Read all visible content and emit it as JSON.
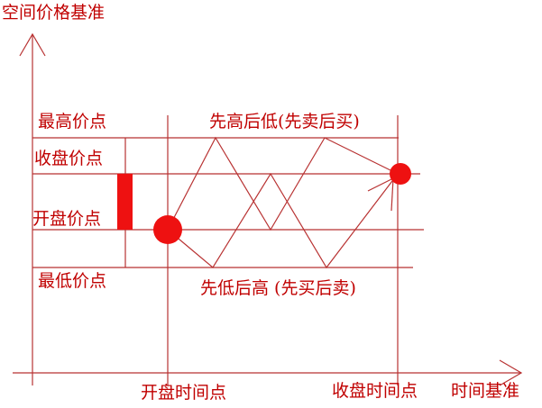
{
  "axes": {
    "y_label": "空间价格基准",
    "x_label": "时间基准"
  },
  "levels": {
    "high": "最高价点",
    "close": "收盘价点",
    "open": "开盘价点",
    "low": "最低价点"
  },
  "paths": {
    "high_first": "先高后低(先卖后买)",
    "low_first": "先低后高 (先买后卖)"
  },
  "time_points": {
    "open": "开盘时间点",
    "close": "收盘时间点"
  },
  "colors": {
    "line": "#b83232",
    "marker": "#ee1111",
    "text": "#c00000"
  }
}
